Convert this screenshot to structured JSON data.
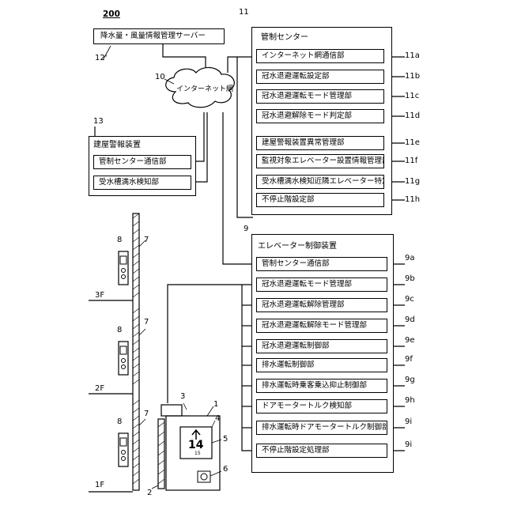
{
  "figure_number": "200",
  "server": {
    "ref": "12'",
    "label": "降水量・風量情報管理サーバー"
  },
  "network": {
    "ref": "10",
    "label": "インターネット網"
  },
  "control_center": {
    "ref": "11",
    "title": "管制センター",
    "items": [
      {
        "ref": "11a",
        "label": "インターネット網通信部"
      },
      {
        "ref": "11b",
        "label": "冠水退避運転設定部"
      },
      {
        "ref": "11c",
        "label": "冠水退避運転モード管理部"
      },
      {
        "ref": "11d",
        "label": "冠水退避解除モード判定部"
      },
      {
        "ref": "11e",
        "label": "建屋警報装置異常管理部"
      },
      {
        "ref": "11f",
        "label": "監視対象エレベーター設置情報管理部"
      },
      {
        "ref": "11g",
        "label": "受水槽満水検知近隣エレベーター特定部"
      },
      {
        "ref": "11h",
        "label": "不停止階設定部"
      }
    ]
  },
  "building_alarm": {
    "ref": "13",
    "title": "建屋警報装置",
    "items": [
      {
        "label": "管制センター通信部"
      },
      {
        "label": "受水槽満水検知部"
      }
    ]
  },
  "elevator_control": {
    "ref": "9",
    "title": "エレベーター制御装置",
    "items": [
      {
        "ref": "9a",
        "label": "管制センター通信部"
      },
      {
        "ref": "9b",
        "label": "冠水退避運転モード管理部"
      },
      {
        "ref": "9c",
        "label": "冠水退避運転解除管理部"
      },
      {
        "ref": "9d",
        "label": "冠水退避運転解除モード管理部"
      },
      {
        "ref": "9e",
        "label": "冠水退避運転制御部"
      },
      {
        "ref": "9f",
        "label": "排水運転制御部"
      },
      {
        "ref": "9g",
        "label": "排水運転時乗客乗込抑止制御部"
      },
      {
        "ref": "9h",
        "label": "ドアモータートルク検知部"
      },
      {
        "ref": "9i",
        "label": "排水運転時ドアモータートルク制御部"
      },
      {
        "ref": "9i",
        "label": "不停止階設定処理部"
      }
    ]
  },
  "building": {
    "floors": [
      "3F",
      "2F",
      "1F"
    ],
    "refs": {
      "hall_panel": "8",
      "wall": "7",
      "shaft": "2",
      "car_top": "3",
      "car": "1",
      "door": "4",
      "display": "5",
      "camera": "6"
    },
    "display_number": "14",
    "display_sub": "15"
  }
}
